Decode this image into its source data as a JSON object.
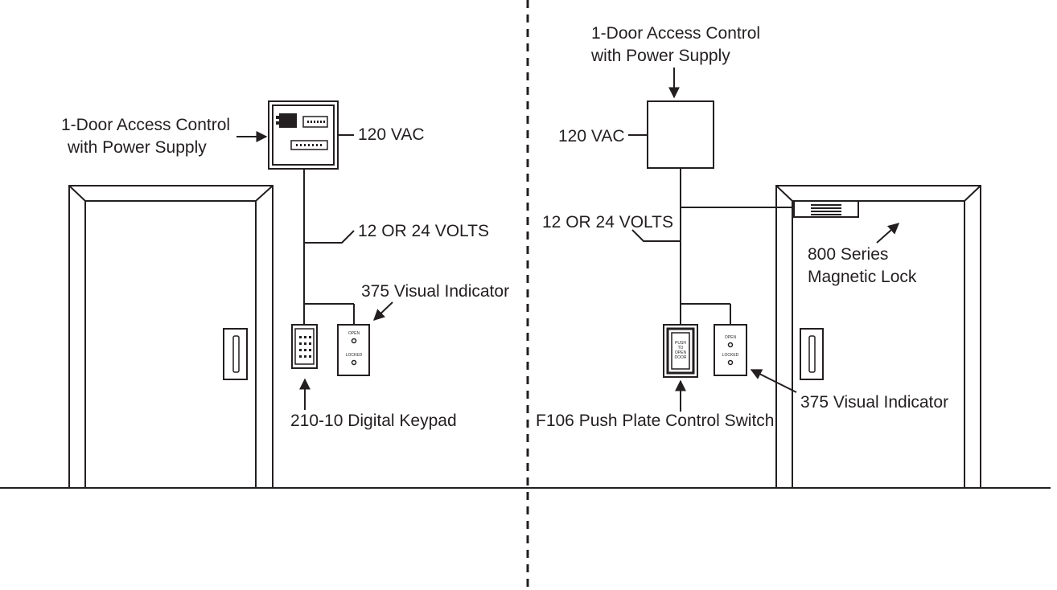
{
  "left": {
    "controller_label": [
      "1-Door Access Control",
      "with Power Supply"
    ],
    "power_label": "120 VAC",
    "voltage_label": "12 OR 24 VOLTS",
    "indicator_label": "375 Visual Indicator",
    "keypad_label": "210-10 Digital Keypad",
    "indicator_open": "OPEN",
    "indicator_locked": "LOCKED"
  },
  "right": {
    "controller_label": [
      "1-Door Access Control",
      "with Power Supply"
    ],
    "power_label": "120 VAC",
    "voltage_label": "12 OR 24 VOLTS",
    "maglock_label": [
      "800 Series",
      "Magnetic Lock"
    ],
    "indicator_label": "375 Visual Indicator",
    "pushplate_label": "F106 Push Plate Control Switch",
    "pushplate_text": [
      "PUSH",
      "TO",
      "OPEN",
      "DOOR"
    ],
    "indicator_open": "OPEN",
    "indicator_locked": "LOCKED"
  }
}
